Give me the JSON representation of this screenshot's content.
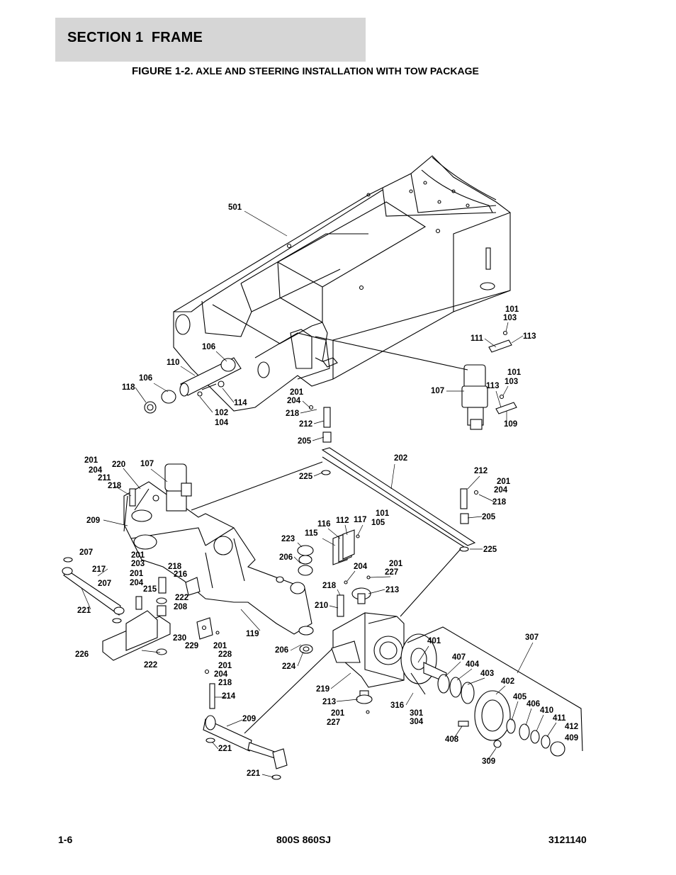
{
  "header": {
    "section_title": "SECTION 1  FRAME",
    "figure_number": "FIGURE 1-2.",
    "figure_caption": "AXLE AND STEERING INSTALLATION WITH TOW PACKAGE"
  },
  "part_labels": [
    "501",
    "101",
    "103",
    "113",
    "111",
    "107",
    "101",
    "103",
    "113",
    "109",
    "106",
    "110",
    "106",
    "118",
    "114",
    "102",
    "104",
    "201",
    "204",
    "218",
    "212",
    "205",
    "202",
    "225",
    "212",
    "201",
    "204",
    "218",
    "205",
    "225",
    "201",
    "204",
    "211",
    "220",
    "107",
    "218",
    "209",
    "207",
    "217",
    "207",
    "221",
    "201",
    "203",
    "218",
    "216",
    "201",
    "204",
    "215",
    "222",
    "208",
    "230",
    "229",
    "201",
    "228",
    "226",
    "222",
    "119",
    "206",
    "224",
    "223",
    "206",
    "115",
    "116",
    "112",
    "117",
    "101",
    "105",
    "204",
    "201",
    "227",
    "218",
    "213",
    "210",
    "219",
    "213",
    "201",
    "227",
    "201",
    "204",
    "218",
    "214",
    "209",
    "221",
    "221",
    "401",
    "407",
    "404",
    "403",
    "402",
    "405",
    "406",
    "410",
    "411",
    "412",
    "409",
    "307",
    "316",
    "301",
    "304",
    "408",
    "309"
  ],
  "footer": {
    "page_number": "1-6",
    "model": "800S 860SJ",
    "document_number": "3121140"
  }
}
